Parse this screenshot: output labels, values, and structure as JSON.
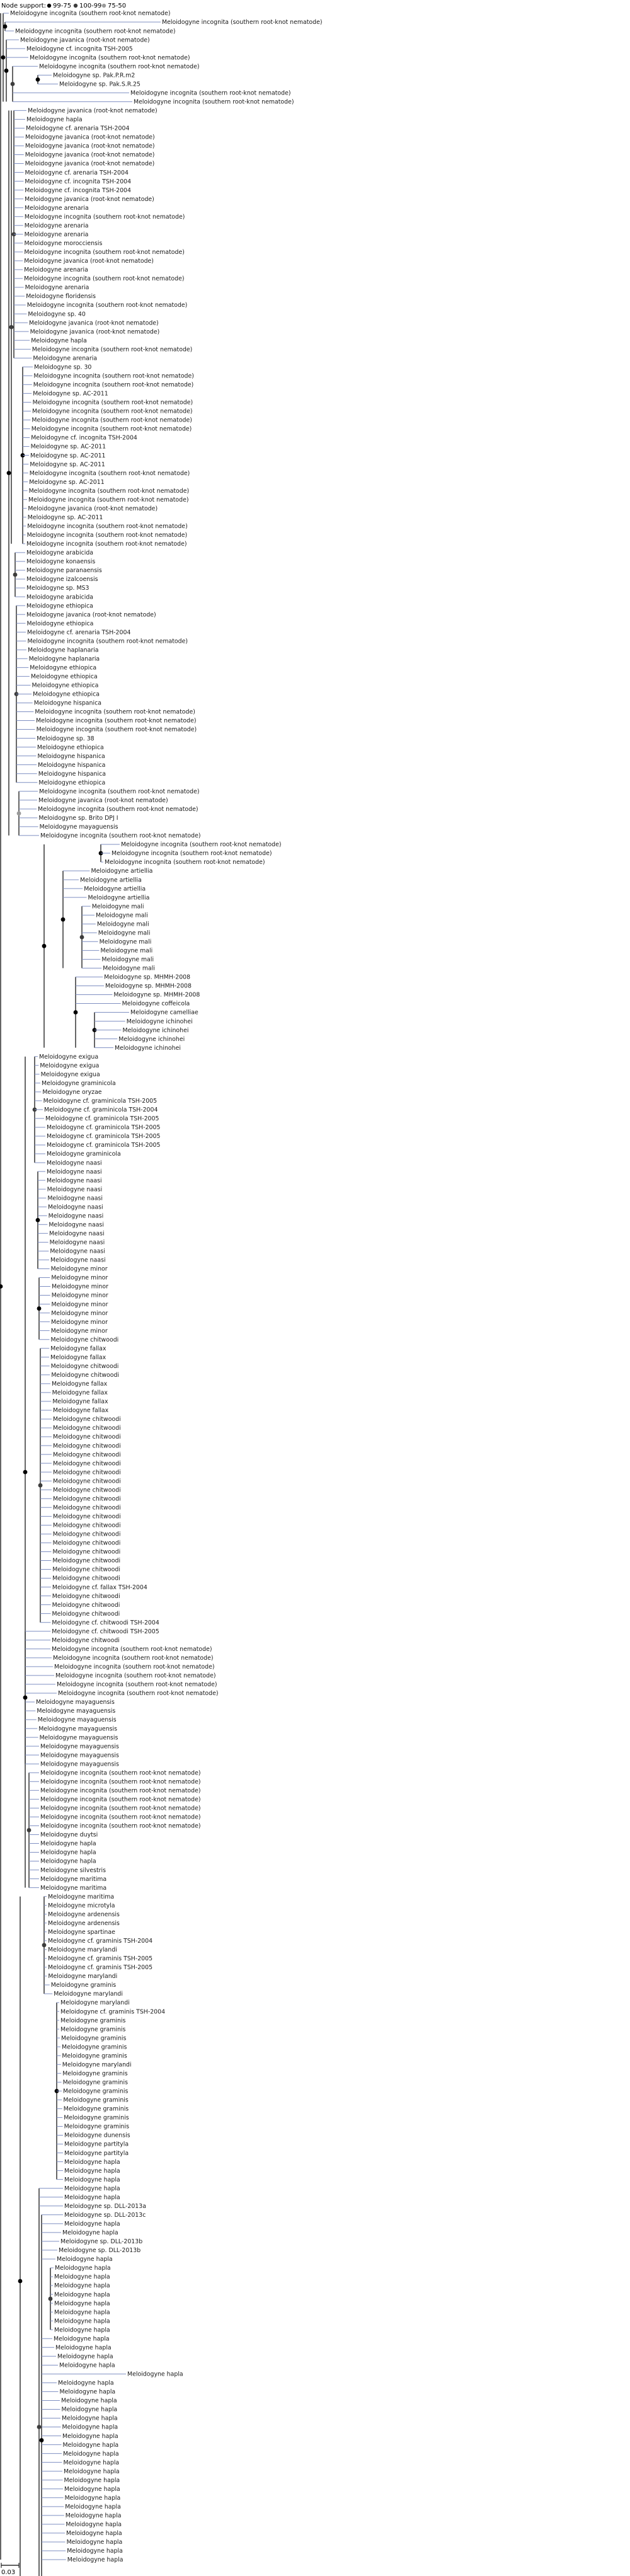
{
  "legend": {
    "prefix": "Node support:",
    "items": [
      {
        "label": "99-75",
        "color": "#000000"
      },
      {
        "label": "100-99",
        "color": "#3d3d3d"
      },
      {
        "label": "75-50",
        "color": "#9a9a9a"
      }
    ]
  },
  "scale_bar": {
    "label": "0.03"
  },
  "colors": {
    "branch": "#000000",
    "leaf_link": "#7f8fc2",
    "node_strong": "#000000",
    "node_medium": "#3d3d3d",
    "node_weak": "#9a9a9a"
  },
  "taxa": [
    "Meloidogyne incognita (southern root-knot nematode)",
    "Meloidogyne incognita (southern root-knot nematode)",
    "Meloidogyne incognita (southern root-knot nematode)",
    "Meloidogyne javanica (root-knot nematode)",
    "Meloidogyne cf. incognita TSH-2005",
    "Meloidogyne incognita (southern root-knot nematode)",
    "Meloidogyne incognita (southern root-knot nematode)",
    "Meloidogyne sp. Pak.P.R.m2",
    "Meloidogyne sp. Pak.S.R.25",
    "Meloidogyne incognita (southern root-knot nematode)",
    "Meloidogyne incognita (southern root-knot nematode)",
    "Meloidogyne javanica (root-knot nematode)",
    "Meloidogyne hapla",
    "Meloidogyne cf. arenaria TSH-2004",
    "Meloidogyne javanica (root-knot nematode)",
    "Meloidogyne javanica (root-knot nematode)",
    "Meloidogyne javanica (root-knot nematode)",
    "Meloidogyne javanica (root-knot nematode)",
    "Meloidogyne cf. arenaria TSH-2004",
    "Meloidogyne cf. incognita TSH-2004",
    "Meloidogyne cf. incognita TSH-2004",
    "Meloidogyne javanica (root-knot nematode)",
    "Meloidogyne arenaria",
    "Meloidogyne incognita (southern root-knot nematode)",
    "Meloidogyne arenaria",
    "Meloidogyne arenaria",
    "Meloidogyne morocciensis",
    "Meloidogyne incognita (southern root-knot nematode)",
    "Meloidogyne javanica (root-knot nematode)",
    "Meloidogyne arenaria",
    "Meloidogyne incognita (southern root-knot nematode)",
    "Meloidogyne arenaria",
    "Meloidogyne floridensis",
    "Meloidogyne incognita (southern root-knot nematode)",
    "Meloidogyne sp. 40",
    "Meloidogyne javanica (root-knot nematode)",
    "Meloidogyne javanica (root-knot nematode)",
    "Meloidogyne hapla",
    "Meloidogyne incognita (southern root-knot nematode)",
    "Meloidogyne arenaria",
    "Meloidogyne sp. 30",
    "Meloidogyne incognita (southern root-knot nematode)",
    "Meloidogyne incognita (southern root-knot nematode)",
    "Meloidogyne sp. AC-2011",
    "Meloidogyne incognita (southern root-knot nematode)",
    "Meloidogyne incognita (southern root-knot nematode)",
    "Meloidogyne incognita (southern root-knot nematode)",
    "Meloidogyne incognita (southern root-knot nematode)",
    "Meloidogyne cf. incognita TSH-2004",
    "Meloidogyne sp. AC-2011",
    "Meloidogyne sp. AC-2011",
    "Meloidogyne sp. AC-2011",
    "Meloidogyne incognita (southern root-knot nematode)",
    "Meloidogyne sp. AC-2011",
    "Meloidogyne incognita (southern root-knot nematode)",
    "Meloidogyne incognita (southern root-knot nematode)",
    "Meloidogyne javanica (root-knot nematode)",
    "Meloidogyne sp. AC-2011",
    "Meloidogyne incognita (southern root-knot nematode)",
    "Meloidogyne incognita (southern root-knot nematode)",
    "Meloidogyne incognita (southern root-knot nematode)",
    "Meloidogyne arabicida",
    "Meloidogyne konaensis",
    "Meloidogyne paranaensis",
    "Meloidogyne izalcoensis",
    "Meloidogyne sp. MS3",
    "Meloidogyne arabicida",
    "Meloidogyne ethiopica",
    "Meloidogyne javanica (root-knot nematode)",
    "Meloidogyne ethiopica",
    "Meloidogyne cf. arenaria TSH-2004",
    "Meloidogyne incognita (southern root-knot nematode)",
    "Meloidogyne haplanaria",
    "Meloidogyne haplanaria",
    "Meloidogyne ethiopica",
    "Meloidogyne ethiopica",
    "Meloidogyne ethiopica",
    "Meloidogyne ethiopica",
    "Meloidogyne hispanica",
    "Meloidogyne incognita (southern root-knot nematode)",
    "Meloidogyne incognita (southern root-knot nematode)",
    "Meloidogyne incognita (southern root-knot nematode)",
    "Meloidogyne sp. 38",
    "Meloidogyne ethiopica",
    "Meloidogyne hispanica",
    "Meloidogyne hispanica",
    "Meloidogyne hispanica",
    "Meloidogyne ethiopica",
    "Meloidogyne incognita (southern root-knot nematode)",
    "Meloidogyne javanica (root-knot nematode)",
    "Meloidogyne incognita (southern root-knot nematode)",
    "Meloidogyne sp. Brito DPJ I",
    "Meloidogyne mayaguensis",
    "Meloidogyne incognita (southern root-knot nematode)",
    "Meloidogyne incognita (southern root-knot nematode)",
    "Meloidogyne incognita (southern root-knot nematode)",
    "Meloidogyne incognita (southern root-knot nematode)",
    "Meloidogyne artiellia",
    "Meloidogyne artiellia",
    "Meloidogyne artiellia",
    "Meloidogyne artiellia",
    "Meloidogyne mali",
    "Meloidogyne mali",
    "Meloidogyne mali",
    "Meloidogyne mali",
    "Meloidogyne mali",
    "Meloidogyne mali",
    "Meloidogyne mali",
    "Meloidogyne mali",
    "Meloidogyne sp. MHMH-2008",
    "Meloidogyne sp. MHMH-2008",
    "Meloidogyne sp. MHMH-2008",
    "Meloidogyne coffeicola",
    "Meloidogyne camelliae",
    "Meloidogyne ichinohei",
    "Meloidogyne ichinohei",
    "Meloidogyne ichinohei",
    "Meloidogyne ichinohei",
    "Meloidogyne exigua",
    "Meloidogyne exigua",
    "Meloidogyne exigua",
    "Meloidogyne graminicola",
    "Meloidogyne oryzae",
    "Meloidogyne cf. graminicola TSH-2005",
    "Meloidogyne cf. graminicola TSH-2004",
    "Meloidogyne cf. graminicola TSH-2005",
    "Meloidogyne cf. graminicola TSH-2005",
    "Meloidogyne cf. graminicola TSH-2005",
    "Meloidogyne cf. graminicola TSH-2005",
    "Meloidogyne graminicola",
    "Meloidogyne naasi",
    "Meloidogyne naasi",
    "Meloidogyne naasi",
    "Meloidogyne naasi",
    "Meloidogyne naasi",
    "Meloidogyne naasi",
    "Meloidogyne naasi",
    "Meloidogyne naasi",
    "Meloidogyne naasi",
    "Meloidogyne naasi",
    "Meloidogyne naasi",
    "Meloidogyne naasi",
    "Meloidogyne minor",
    "Meloidogyne minor",
    "Meloidogyne minor",
    "Meloidogyne minor",
    "Meloidogyne minor",
    "Meloidogyne minor",
    "Meloidogyne minor",
    "Meloidogyne minor",
    "Meloidogyne chitwoodi",
    "Meloidogyne fallax",
    "Meloidogyne fallax",
    "Meloidogyne chitwoodi",
    "Meloidogyne chitwoodi",
    "Meloidogyne fallax",
    "Meloidogyne fallax",
    "Meloidogyne fallax",
    "Meloidogyne fallax",
    "Meloidogyne chitwoodi",
    "Meloidogyne chitwoodi",
    "Meloidogyne chitwoodi",
    "Meloidogyne chitwoodi",
    "Meloidogyne chitwoodi",
    "Meloidogyne chitwoodi",
    "Meloidogyne chitwoodi",
    "Meloidogyne chitwoodi",
    "Meloidogyne chitwoodi",
    "Meloidogyne chitwoodi",
    "Meloidogyne chitwoodi",
    "Meloidogyne chitwoodi",
    "Meloidogyne chitwoodi",
    "Meloidogyne chitwoodi",
    "Meloidogyne chitwoodi",
    "Meloidogyne chitwoodi",
    "Meloidogyne chitwoodi",
    "Meloidogyne chitwoodi",
    "Meloidogyne chitwoodi",
    "Meloidogyne cf. fallax TSH-2004",
    "Meloidogyne chitwoodi",
    "Meloidogyne chitwoodi",
    "Meloidogyne chitwoodi",
    "Meloidogyne cf. chitwoodi TSH-2004",
    "Meloidogyne cf. chitwoodi TSH-2005",
    "Meloidogyne chitwoodi",
    "Meloidogyne incognita (southern root-knot nematode)",
    "Meloidogyne incognita (southern root-knot nematode)",
    "Meloidogyne incognita (southern root-knot nematode)",
    "Meloidogyne incognita (southern root-knot nematode)",
    "Meloidogyne incognita (southern root-knot nematode)",
    "Meloidogyne incognita (southern root-knot nematode)",
    "Meloidogyne mayaguensis",
    "Meloidogyne mayaguensis",
    "Meloidogyne mayaguensis",
    "Meloidogyne mayaguensis",
    "Meloidogyne mayaguensis",
    "Meloidogyne mayaguensis",
    "Meloidogyne mayaguensis",
    "Meloidogyne mayaguensis",
    "Meloidogyne incognita (southern root-knot nematode)",
    "Meloidogyne incognita (southern root-knot nematode)",
    "Meloidogyne incognita (southern root-knot nematode)",
    "Meloidogyne incognita (southern root-knot nematode)",
    "Meloidogyne incognita (southern root-knot nematode)",
    "Meloidogyne incognita (southern root-knot nematode)",
    "Meloidogyne incognita (southern root-knot nematode)",
    "Meloidogyne duytsi",
    "Meloidogyne hapla",
    "Meloidogyne hapla",
    "Meloidogyne hapla",
    "Meloidogyne silvestris",
    "Meloidogyne maritima",
    "Meloidogyne maritima",
    "Meloidogyne maritima",
    "Meloidogyne microtyla",
    "Meloidogyne ardenensis",
    "Meloidogyne ardenensis",
    "Meloidogyne spartinae",
    "Meloidogyne cf. graminis TSH-2004",
    "Meloidogyne marylandi",
    "Meloidogyne cf. graminis TSH-2005",
    "Meloidogyne cf. graminis TSH-2005",
    "Meloidogyne marylandi",
    "Meloidogyne graminis",
    "Meloidogyne marylandi",
    "Meloidogyne marylandi",
    "Meloidogyne cf. graminis TSH-2004",
    "Meloidogyne graminis",
    "Meloidogyne graminis",
    "Meloidogyne graminis",
    "Meloidogyne graminis",
    "Meloidogyne graminis",
    "Meloidogyne marylandi",
    "Meloidogyne graminis",
    "Meloidogyne graminis",
    "Meloidogyne graminis",
    "Meloidogyne graminis",
    "Meloidogyne graminis",
    "Meloidogyne graminis",
    "Meloidogyne graminis",
    "Meloidogyne dunensis",
    "Meloidogyne partityla",
    "Meloidogyne partityla",
    "Meloidogyne hapla",
    "Meloidogyne hapla",
    "Meloidogyne hapla",
    "Meloidogyne hapla",
    "Meloidogyne hapla",
    "Meloidogyne sp. DLL-2013a",
    "Meloidogyne sp. DLL-2013c",
    "Meloidogyne hapla",
    "Meloidogyne hapla",
    "Meloidogyne sp. DLL-2013b",
    "Meloidogyne sp. DLL-2013b",
    "Meloidogyne hapla",
    "Meloidogyne hapla",
    "Meloidogyne hapla",
    "Meloidogyne hapla",
    "Meloidogyne hapla",
    "Meloidogyne hapla",
    "Meloidogyne hapla",
    "Meloidogyne hapla",
    "Meloidogyne hapla",
    "Meloidogyne hapla",
    "Meloidogyne hapla",
    "Meloidogyne hapla",
    "Meloidogyne hapla",
    "Meloidogyne hapla",
    "Meloidogyne hapla",
    "Meloidogyne hapla",
    "Meloidogyne hapla",
    "Meloidogyne hapla",
    "Meloidogyne hapla",
    "Meloidogyne hapla",
    "Meloidogyne hapla",
    "Meloidogyne hapla",
    "Meloidogyne hapla",
    "Meloidogyne hapla",
    "Meloidogyne hapla",
    "Meloidogyne hapla",
    "Meloidogyne hapla",
    "Meloidogyne hapla",
    "Meloidogyne hapla",
    "Meloidogyne hapla",
    "Meloidogyne hapla",
    "Meloidogyne hapla",
    "Meloidogyne hapla",
    "Meloidogyne hapla",
    "Meloidogyne hapla"
  ]
}
